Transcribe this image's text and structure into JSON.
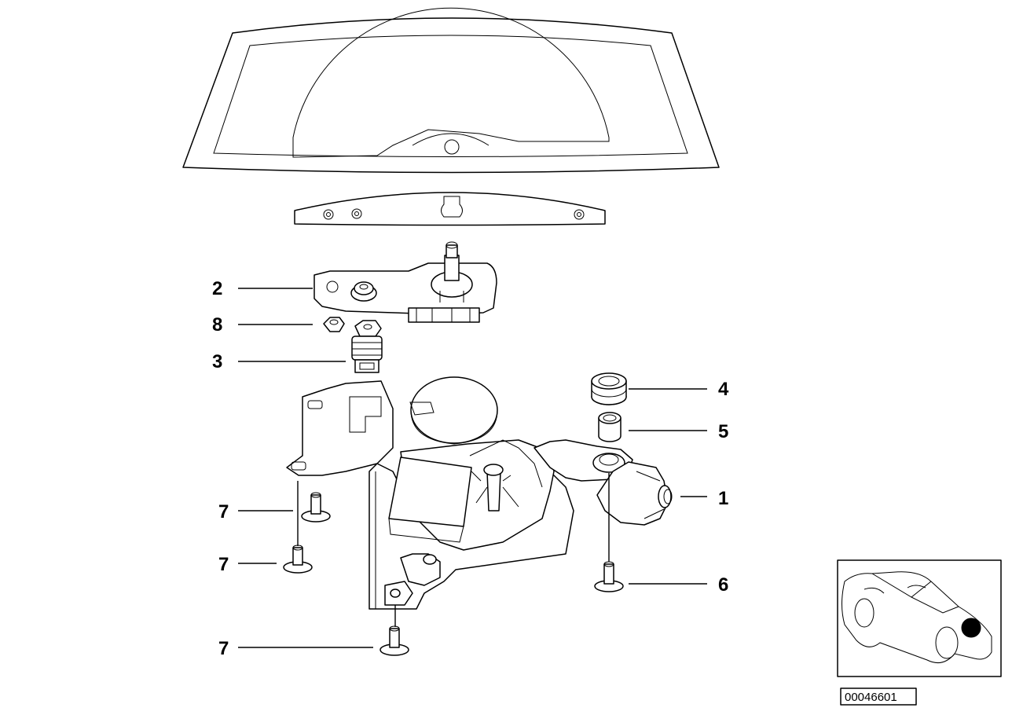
{
  "diagram_id": "00046601",
  "callouts": [
    {
      "label": "1",
      "part": "wiper-motor"
    },
    {
      "label": "2",
      "part": "wiper-bearing"
    },
    {
      "label": "3",
      "part": "bushing"
    },
    {
      "label": "4",
      "part": "rubber-mount"
    },
    {
      "label": "5",
      "part": "sleeve"
    },
    {
      "label": "6",
      "part": "screw"
    },
    {
      "label": "7",
      "part": "screw"
    },
    {
      "label": "7",
      "part": "screw"
    },
    {
      "label": "7",
      "part": "screw"
    },
    {
      "label": "8",
      "part": "nut"
    }
  ],
  "locator": {
    "marker_color": "#000000"
  }
}
